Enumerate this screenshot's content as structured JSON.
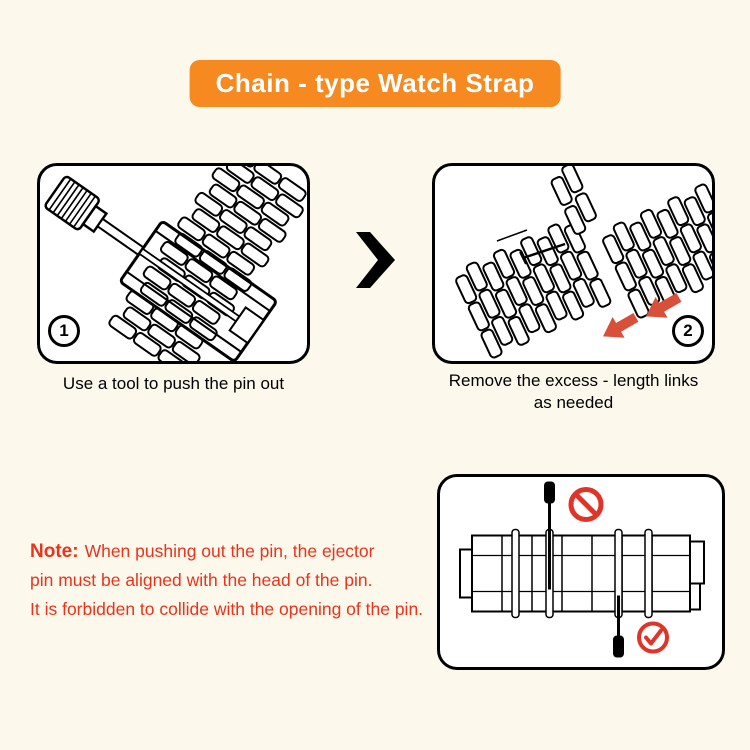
{
  "title": "Chain - type Watch Strap",
  "steps": [
    {
      "number": "1",
      "caption": "Use a tool to push the pin out"
    },
    {
      "number": "2",
      "caption_lines": [
        "Remove the excess - length links",
        "as needed"
      ]
    }
  ],
  "note": {
    "label": "Note:",
    "lines": [
      "When pushing out the pin, the ejector",
      "pin must be aligned with the head of the pin.",
      "It is forbidden to collide with the opening of the pin."
    ]
  },
  "icons": {
    "next_arrow": "chevron-right-icon",
    "prohibition": "no-entry-icon",
    "check": "checkmark-icon"
  },
  "colors": {
    "background": "#fdf8ec",
    "banner_orange": "#f6891f",
    "note_red": "#e8341c",
    "arrow_red": "#d9503a",
    "icon_red": "#e03428",
    "line_black": "#000000",
    "panel_white": "#ffffff"
  }
}
